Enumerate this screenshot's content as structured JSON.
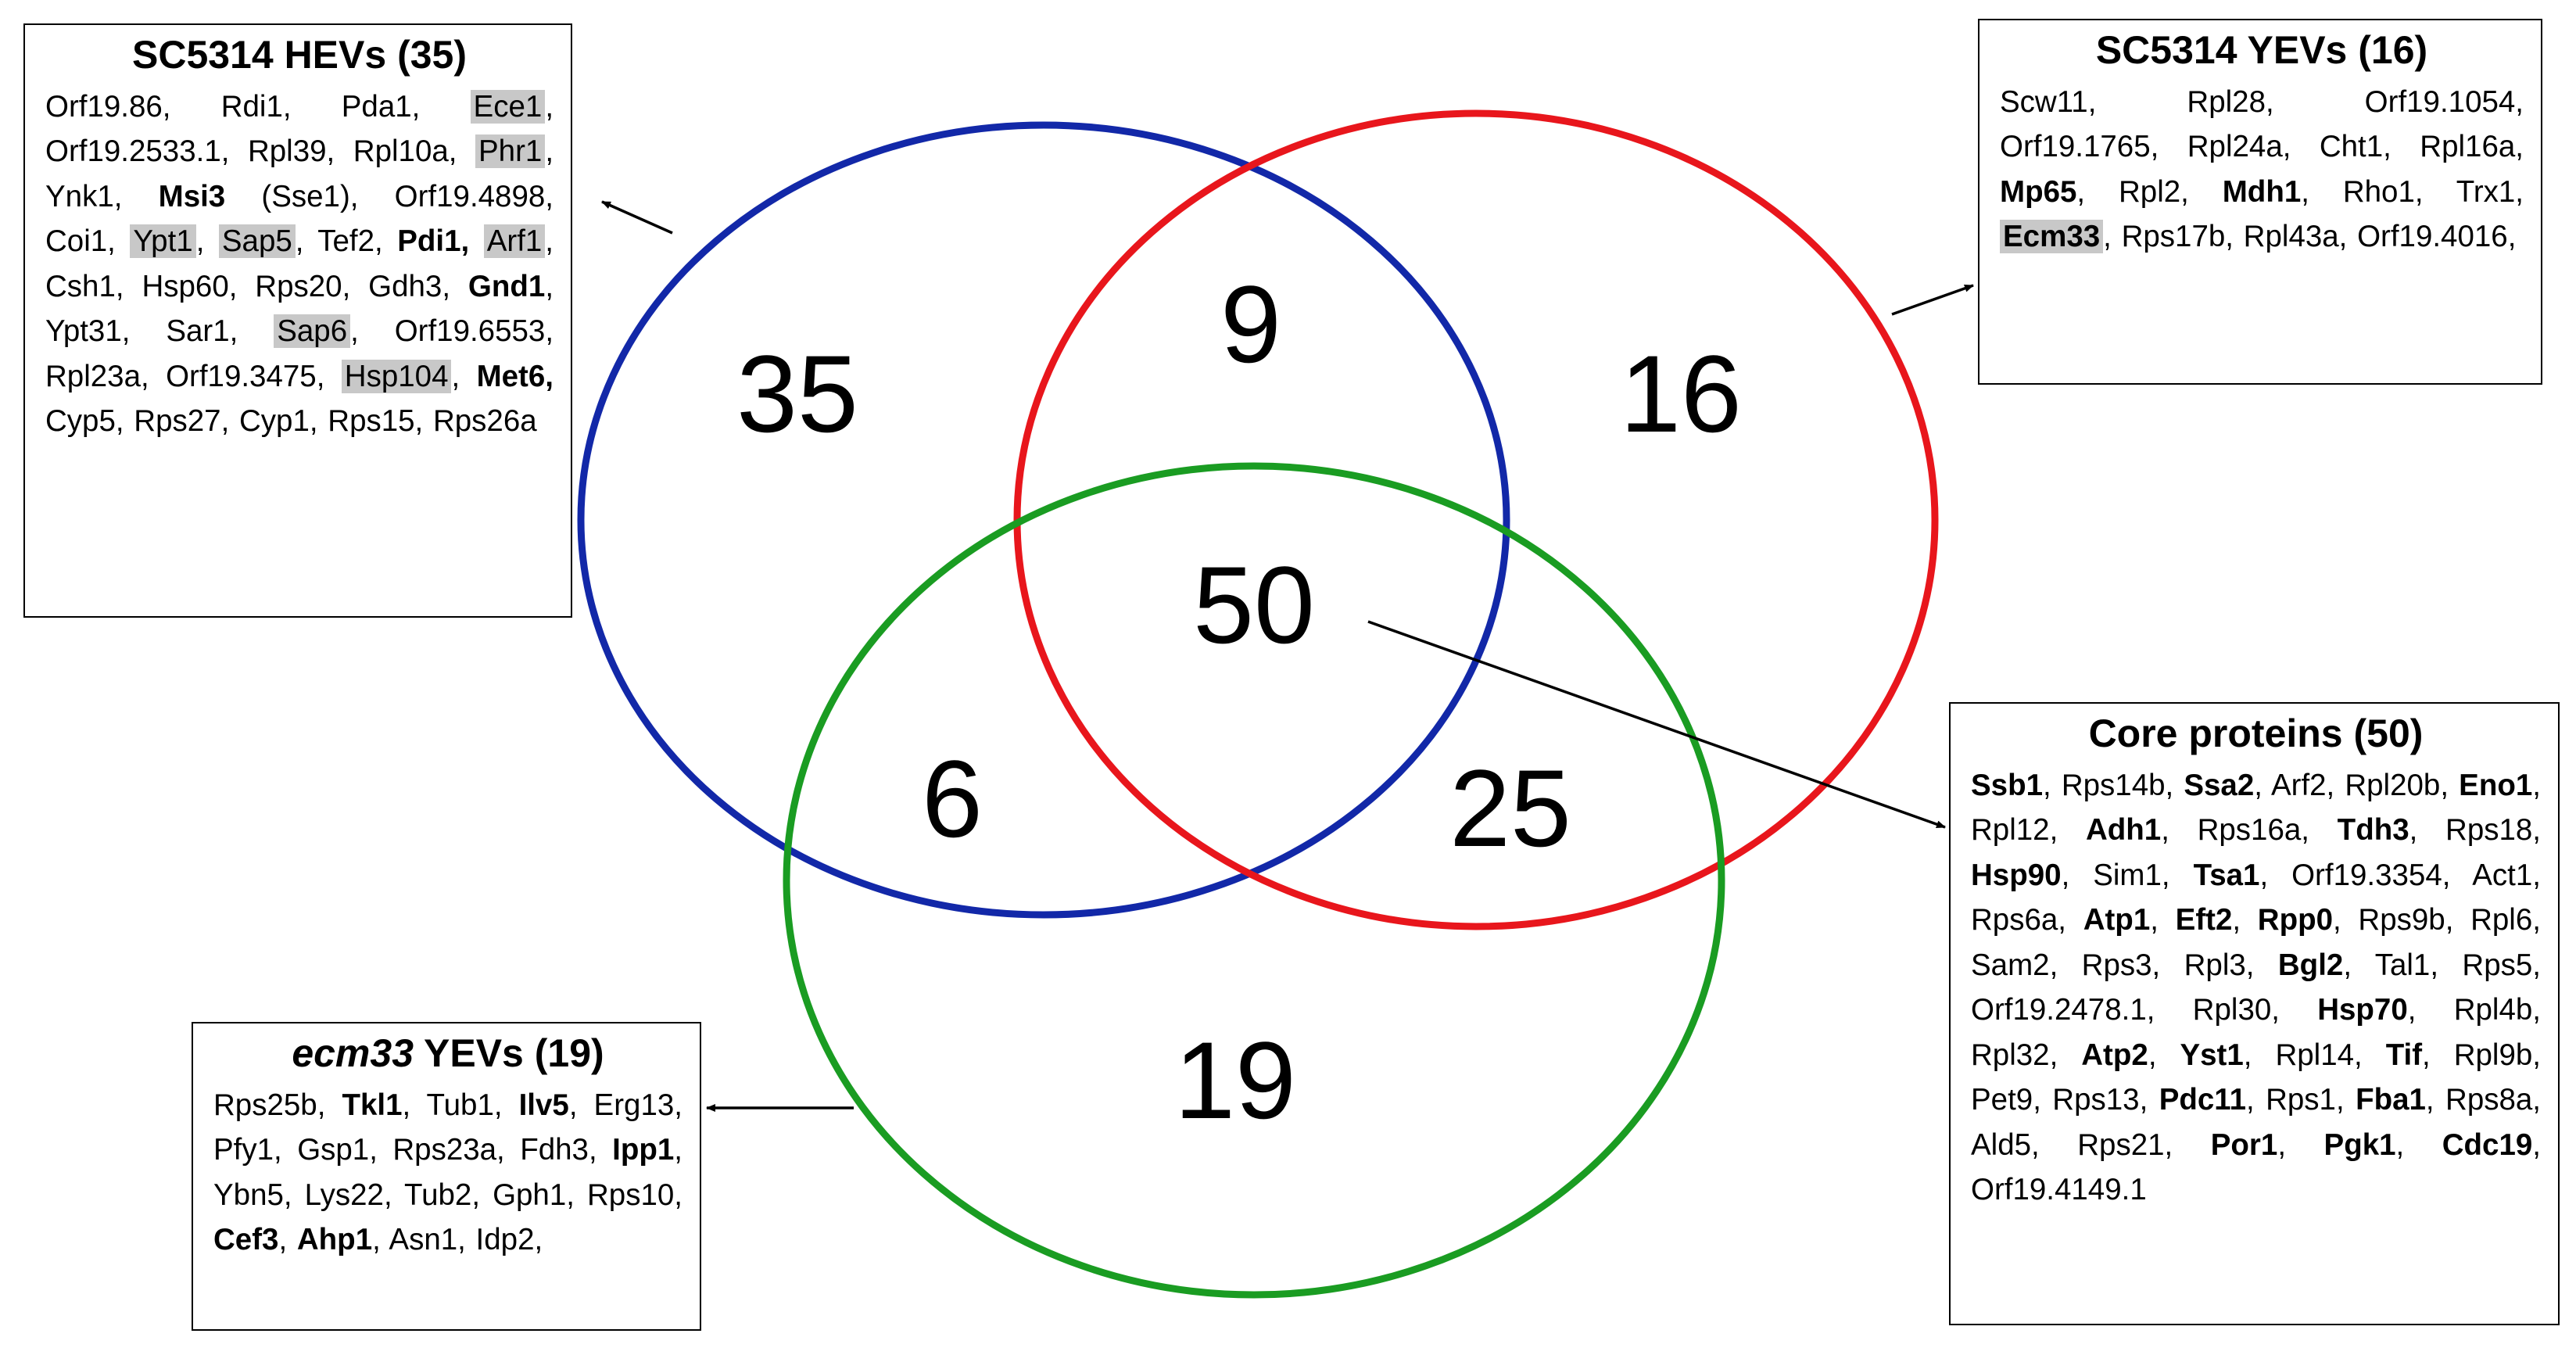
{
  "colors": {
    "hevs": "#1228a8",
    "yevs": "#e8161c",
    "ecm33": "#1a9c22",
    "highlight": "#c8c8c8"
  },
  "regions": {
    "hevs_only": "35",
    "hevs_yevs": "9",
    "yevs_only": "16",
    "core": "50",
    "hevs_ecm33": "6",
    "yevs_ecm33": "25",
    "ecm33_only": "19"
  },
  "boxes": {
    "hevs": {
      "title": "SC5314 HEVs (35)",
      "proteins": [
        {
          "t": "Orf19.86,"
        },
        {
          "t": "Rdi1,"
        },
        {
          "t": "Pda1"
        },
        {
          "t": ","
        },
        {
          "t": "Ece1",
          "hl": true
        },
        {
          "t": ","
        },
        {
          "t": "Orf19.2533.1,"
        },
        {
          "t": "Rpl39,"
        },
        {
          "t": "Rpl10a,"
        },
        {
          "t": "Phr1",
          "hl": true
        },
        {
          "t": ","
        },
        {
          "t": "Ynk1,"
        },
        {
          "t": "Msi3",
          "b": true
        },
        {
          "t": "(Sse1),"
        },
        {
          "t": "Orf19.4898,"
        },
        {
          "t": "Coi1,"
        },
        {
          "t": "Ypt1",
          "hl": true
        },
        {
          "t": ","
        },
        {
          "t": "Sap5",
          "hl": true
        },
        {
          "t": ","
        },
        {
          "t": "Tef2,"
        },
        {
          "t": "Pdi1,",
          "b": true
        },
        {
          "t": "Arf1",
          "hl": true
        },
        {
          "t": ","
        },
        {
          "t": "Csh1,"
        },
        {
          "t": "Hsp60,"
        },
        {
          "t": "Rps20,"
        },
        {
          "t": "Gdh3,"
        },
        {
          "t": "Gnd1",
          "b": true
        },
        {
          "t": ","
        },
        {
          "t": "Ypt31,"
        },
        {
          "t": "Sar1,"
        },
        {
          "t": "Sap6",
          "hl": true
        },
        {
          "t": ","
        },
        {
          "t": "Orf19.6553,"
        },
        {
          "t": "Rpl23a,"
        },
        {
          "t": "Orf19.3475,"
        },
        {
          "t": "Hsp104",
          "hl": true
        },
        {
          "t": ","
        },
        {
          "t": "Met6,",
          "b": true
        },
        {
          "t": "Cyp5,"
        },
        {
          "t": "Rps27,"
        },
        {
          "t": "Cyp1,"
        },
        {
          "t": "Rps15,"
        },
        {
          "t": "Rps26a"
        }
      ]
    },
    "yevs": {
      "title": "SC5314 YEVs (16)",
      "proteins": [
        {
          "t": "Scw11,"
        },
        {
          "t": "Rpl28,"
        },
        {
          "t": "Orf19.1054,"
        },
        {
          "t": "Orf19.1765,"
        },
        {
          "t": "Rpl24a,"
        },
        {
          "t": "Cht1,"
        },
        {
          "t": "Rpl16a,"
        },
        {
          "t": "Mp65",
          "b": true
        },
        {
          "t": ","
        },
        {
          "t": "Rpl2,"
        },
        {
          "t": "Mdh1",
          "b": true
        },
        {
          "t": ","
        },
        {
          "t": "Rho1,"
        },
        {
          "t": "Trx1,"
        },
        {
          "t": "Ecm33",
          "b": true,
          "hl": true
        },
        {
          "t": ","
        },
        {
          "t": "Rps17b,"
        },
        {
          "t": "Rpl43a,"
        },
        {
          "t": "Orf19.4016,"
        }
      ]
    },
    "core": {
      "title": "Core proteins (50)",
      "proteins": [
        {
          "t": "Ssb1",
          "b": true
        },
        {
          "t": ","
        },
        {
          "t": "Rps14b,"
        },
        {
          "t": "Ssa2",
          "b": true
        },
        {
          "t": ","
        },
        {
          "t": "Arf2,"
        },
        {
          "t": "Rpl20b,"
        },
        {
          "t": "Eno1",
          "b": true
        },
        {
          "t": ","
        },
        {
          "t": "Rpl12,"
        },
        {
          "t": "Adh1",
          "b": true
        },
        {
          "t": ","
        },
        {
          "t": "Rps16a,"
        },
        {
          "t": "Tdh3",
          "b": true
        },
        {
          "t": ","
        },
        {
          "t": "Rps18,"
        },
        {
          "t": "Hsp90",
          "b": true
        },
        {
          "t": ","
        },
        {
          "t": "Sim1,"
        },
        {
          "t": "Tsa1",
          "b": true
        },
        {
          "t": ","
        },
        {
          "t": "Orf19.3354,"
        },
        {
          "t": "Act1,"
        },
        {
          "t": "Rps6a,"
        },
        {
          "t": "Atp1",
          "b": true
        },
        {
          "t": ","
        },
        {
          "t": "Eft2",
          "b": true
        },
        {
          "t": ","
        },
        {
          "t": "Rpp0",
          "b": true
        },
        {
          "t": ","
        },
        {
          "t": "Rps9b,"
        },
        {
          "t": "Rpl6,"
        },
        {
          "t": "Sam2,"
        },
        {
          "t": "Rps3,"
        },
        {
          "t": "Rpl3,"
        },
        {
          "t": "Bgl2",
          "b": true
        },
        {
          "t": ","
        },
        {
          "t": "Tal1,"
        },
        {
          "t": "Rps5,"
        },
        {
          "t": "Orf19.2478.1,"
        },
        {
          "t": "Rpl30,"
        },
        {
          "t": "Hsp70",
          "b": true
        },
        {
          "t": ","
        },
        {
          "t": "Rpl4b,"
        },
        {
          "t": "Rpl32,"
        },
        {
          "t": "Atp2",
          "b": true
        },
        {
          "t": ","
        },
        {
          "t": "Yst1",
          "b": true
        },
        {
          "t": ","
        },
        {
          "t": "Rpl14,"
        },
        {
          "t": "Tif",
          "b": true
        },
        {
          "t": ","
        },
        {
          "t": "Rpl9b,"
        },
        {
          "t": "Pet9,"
        },
        {
          "t": "Rps13,"
        },
        {
          "t": "Pdc11",
          "b": true
        },
        {
          "t": ","
        },
        {
          "t": "Rps1,"
        },
        {
          "t": "Fba1",
          "b": true
        },
        {
          "t": ","
        },
        {
          "t": "Rps8a,"
        },
        {
          "t": "Ald5,"
        },
        {
          "t": "Rps21,"
        },
        {
          "t": "Por1",
          "b": true
        },
        {
          "t": ","
        },
        {
          "t": "Pgk1",
          "b": true
        },
        {
          "t": ","
        },
        {
          "t": "Cdc19",
          "b": true
        },
        {
          "t": ","
        },
        {
          "t": "Orf19.4149.1"
        }
      ]
    },
    "ecm33": {
      "title_italic": "ecm33",
      "title_rest": " YEVs (19)",
      "proteins": [
        {
          "t": "Rps25b,"
        },
        {
          "t": "Tkl1",
          "b": true
        },
        {
          "t": ","
        },
        {
          "t": "Tub1,"
        },
        {
          "t": "Ilv5",
          "b": true
        },
        {
          "t": ","
        },
        {
          "t": "Erg13,"
        },
        {
          "t": "Pfy1,"
        },
        {
          "t": "Gsp1,"
        },
        {
          "t": "Rps23a,"
        },
        {
          "t": "Fdh3,"
        },
        {
          "t": "Ipp1",
          "b": true
        },
        {
          "t": ","
        },
        {
          "t": "Ybn5,"
        },
        {
          "t": "Lys22,"
        },
        {
          "t": "Tub2,"
        },
        {
          "t": "Gph1,"
        },
        {
          "t": "Rps10,"
        },
        {
          "t": "Cef3",
          "b": true
        },
        {
          "t": ","
        },
        {
          "t": "Ahp1",
          "b": true
        },
        {
          "t": ","
        },
        {
          "t": "Asn1,"
        },
        {
          "t": "Idp2,"
        }
      ]
    }
  }
}
